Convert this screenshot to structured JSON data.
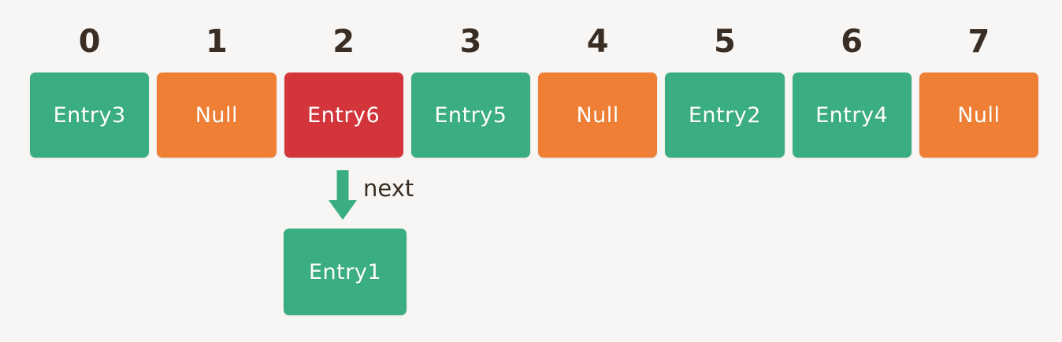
{
  "diagram": {
    "title": "hash-table-bucket-array-with-chaining",
    "colors": {
      "green": "#3bae81",
      "orange": "#ee7f35",
      "red": "#d3353a",
      "background": "#f7f6f4",
      "index_text": "#3a2d23",
      "cell_text": "#ffffff"
    },
    "buckets": [
      {
        "index": "0",
        "label": "Entry3",
        "color": "green"
      },
      {
        "index": "1",
        "label": "Null",
        "color": "orange"
      },
      {
        "index": "2",
        "label": "Entry6",
        "color": "red"
      },
      {
        "index": "3",
        "label": "Entry5",
        "color": "green"
      },
      {
        "index": "4",
        "label": "Null",
        "color": "orange"
      },
      {
        "index": "5",
        "label": "Entry2",
        "color": "green"
      },
      {
        "index": "6",
        "label": "Entry4",
        "color": "green"
      },
      {
        "index": "7",
        "label": "Null",
        "color": "orange"
      }
    ],
    "pointer": {
      "label": "next",
      "from_index": "2",
      "arrow_color": "#3bae81"
    },
    "chained_node": {
      "label": "Entry1",
      "color": "green"
    }
  }
}
